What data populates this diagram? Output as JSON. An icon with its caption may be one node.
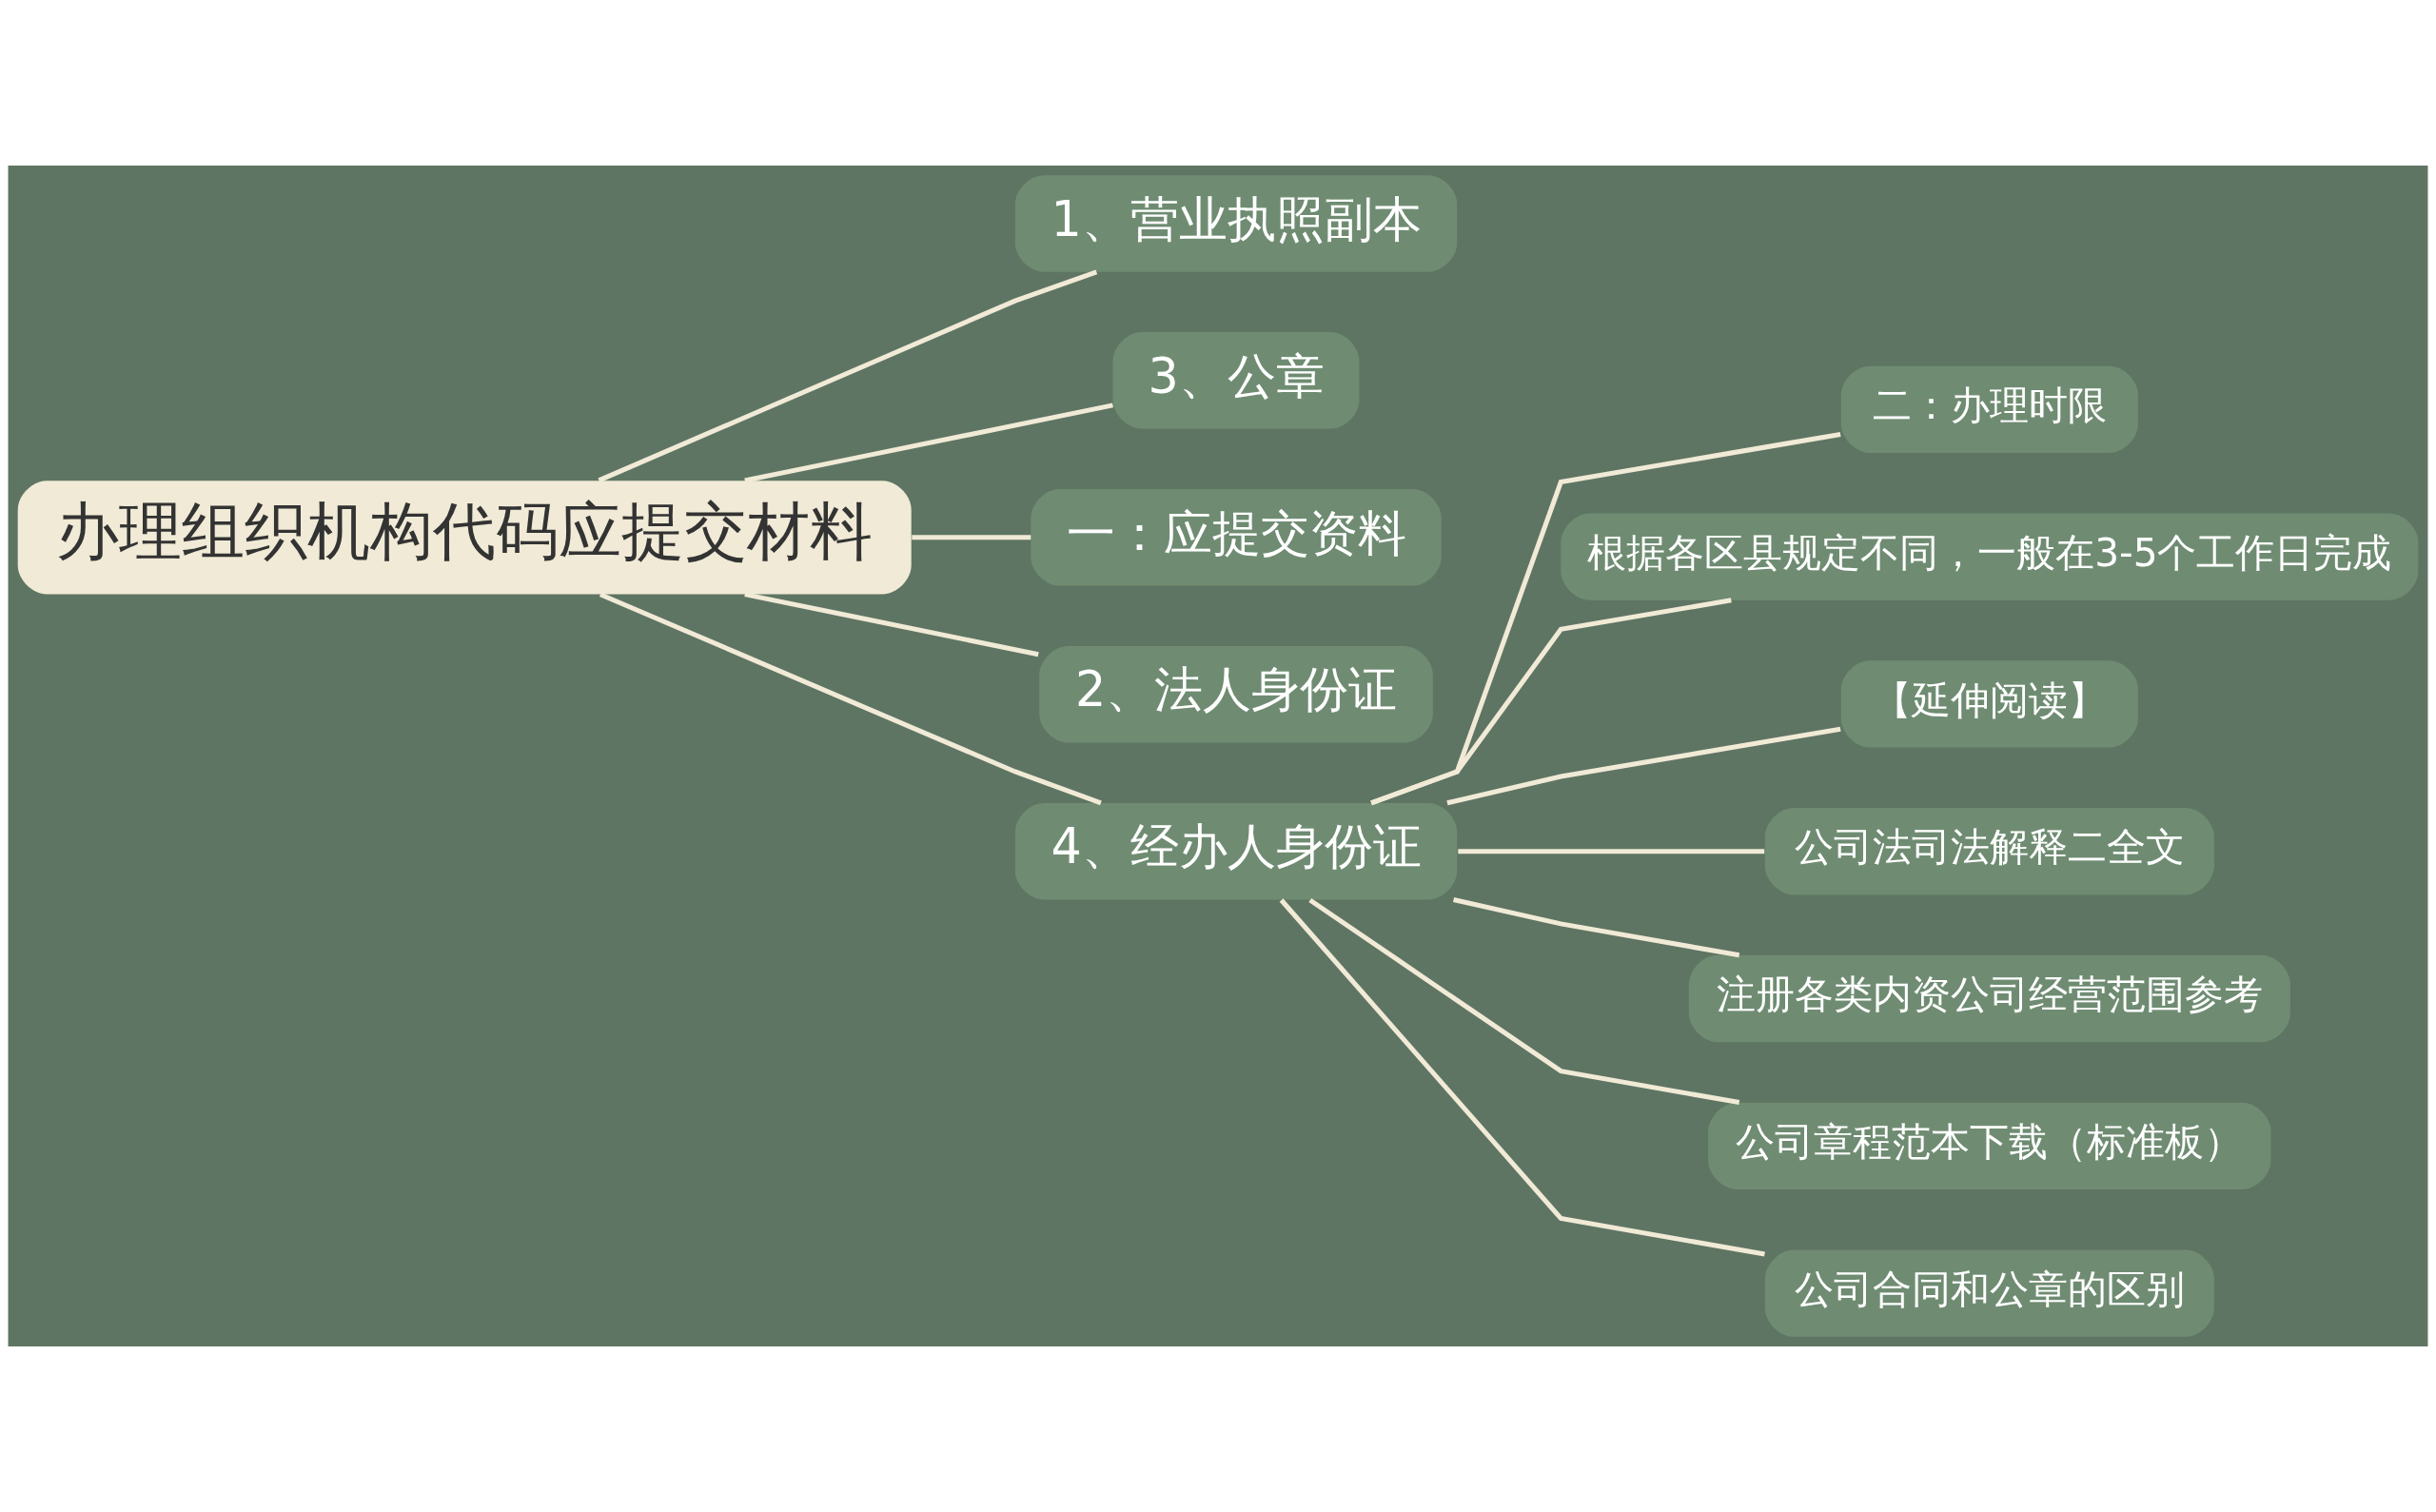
{
  "diagram": {
    "nodes": [
      {
        "text": [
          "办理组织机构代码应提交材料"
        ]
      },
      {
        "text": [
          "1、营业执照副本"
        ]
      },
      {
        "text": [
          "3、公章"
        ]
      },
      {
        "text": [
          "一：应提交资料"
        ]
      },
      {
        "text": [
          "2、法人身份证"
        ]
      },
      {
        "text": [
          "4、经办人身份证"
        ]
      },
      {
        "text": [
          "二：办理时限"
        ]
      },
      {
        "text": [
          "根据各区县规定不同，一般在3-5个工作日完成"
        ]
      },
      {
        "text": [
          "【延伸阅读】"
        ]
      },
      {
        "text": [
          "公司法司法解释二全文"
        ]
      },
      {
        "text": [
          "注册各类内资公司经营范围参考"
        ]
      },
      {
        "text": [
          "公司章程范本下载（标准板）"
        ]
      },
      {
        "text": [
          "公司合同和公章的区别"
        ]
      }
    ],
    "edges": [
      {
        "from": 0,
        "to": 1,
        "arrow": "none"
      },
      {
        "from": 0,
        "to": 2,
        "arrow": "none"
      },
      {
        "from": 0,
        "to": 3,
        "arrow": "none"
      },
      {
        "from": 0,
        "to": 4,
        "arrow": "none"
      },
      {
        "from": 0,
        "to": 5,
        "arrow": "none"
      },
      {
        "from": 5,
        "to": 6,
        "arrow": "none"
      },
      {
        "from": 5,
        "to": 7,
        "arrow": "none"
      },
      {
        "from": 5,
        "to": 8,
        "arrow": "none"
      },
      {
        "from": 5,
        "to": 9,
        "arrow": "none"
      },
      {
        "from": 5,
        "to": 10,
        "arrow": "none"
      },
      {
        "from": 5,
        "to": 11,
        "arrow": "none"
      },
      {
        "from": 5,
        "to": 12,
        "arrow": "none"
      }
    ]
  }
}
